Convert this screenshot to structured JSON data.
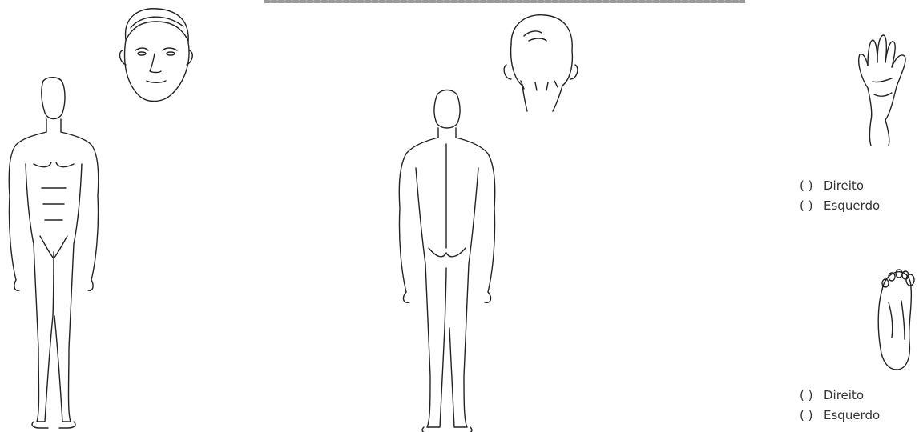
{
  "hand_options": {
    "right": "Direito",
    "left": "Esquerdo",
    "checkbox": "(   )"
  },
  "foot_options": {
    "right": "Direito",
    "left": "Esquerdo",
    "checkbox": "(   )"
  }
}
